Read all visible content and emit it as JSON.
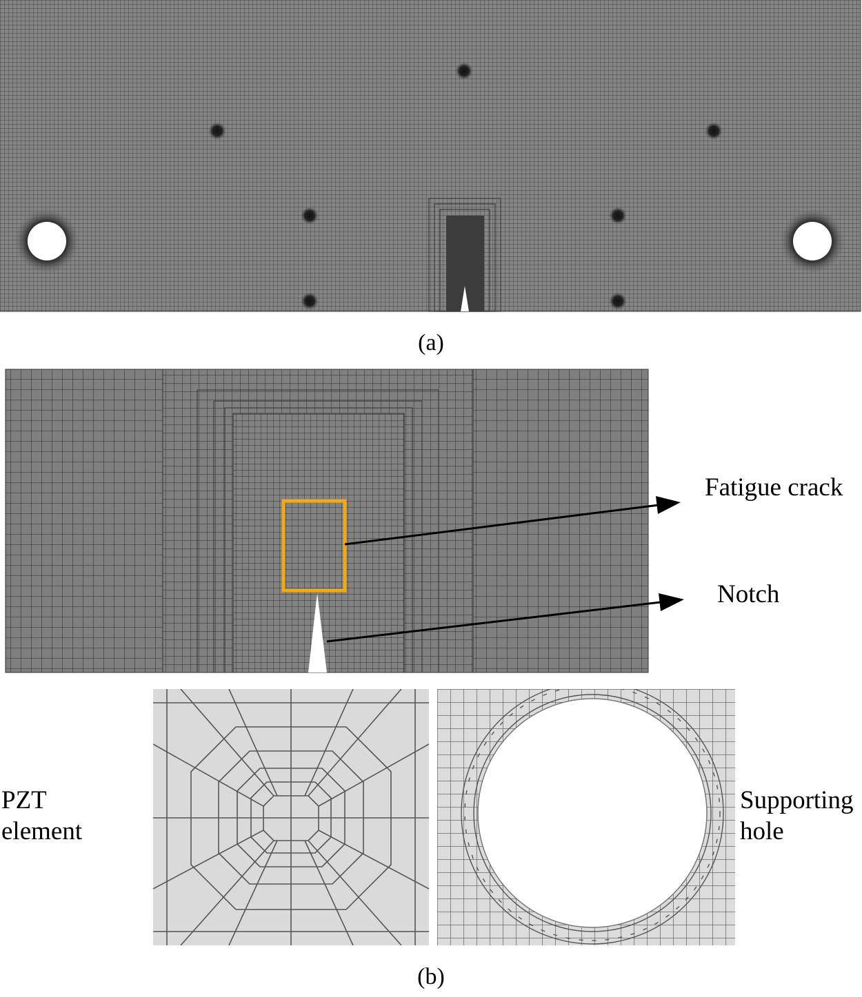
{
  "panel_a": {
    "caption": "(a)"
  },
  "panel_b": {
    "caption": "(b)",
    "callouts": {
      "fatigue_crack": "Fatigue crack",
      "notch": "Notch"
    },
    "detail_left": {
      "label_line1": "PZT",
      "label_line2": "element"
    },
    "detail_right": {
      "label_line1": "Supporting",
      "label_line2": "hole"
    }
  },
  "colors": {
    "mesh_fill": "#7d7d7d",
    "mesh_line": "#303030",
    "detail_fill": "#d9d9d9",
    "highlight_box": "#f3a90f",
    "arrow": "#000000"
  }
}
